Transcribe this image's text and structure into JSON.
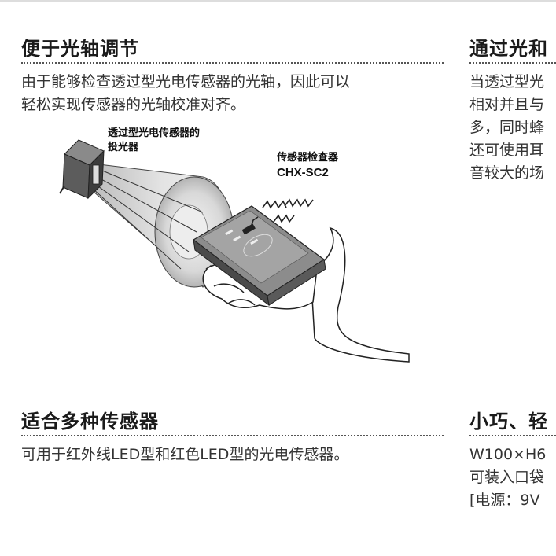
{
  "left_top": {
    "title": "便于光轴调节",
    "body": [
      "由于能够检查透过型光电传感器的光轴，因此可以",
      "轻松实现传感器的光轴校准对齐。"
    ]
  },
  "right_top": {
    "title": "通过光和",
    "body": [
      "当透过型光",
      "相对并且与",
      "多，同时蜂",
      "还可使用耳",
      "音较大的场"
    ]
  },
  "illustration": {
    "sensor_label": [
      "透过型光电传感器的",
      "投光器"
    ],
    "checker_label": "传感器检查器",
    "checker_model": "CHX-SC2"
  },
  "left_bottom": {
    "title": "适合多种传感器",
    "body": "可用于红外线LED型和红色LED型的光电传感器。"
  },
  "right_bottom": {
    "title": "小巧、轻",
    "body": [
      "W100×H6",
      "可装入口袋",
      "[电源：9V"
    ]
  }
}
